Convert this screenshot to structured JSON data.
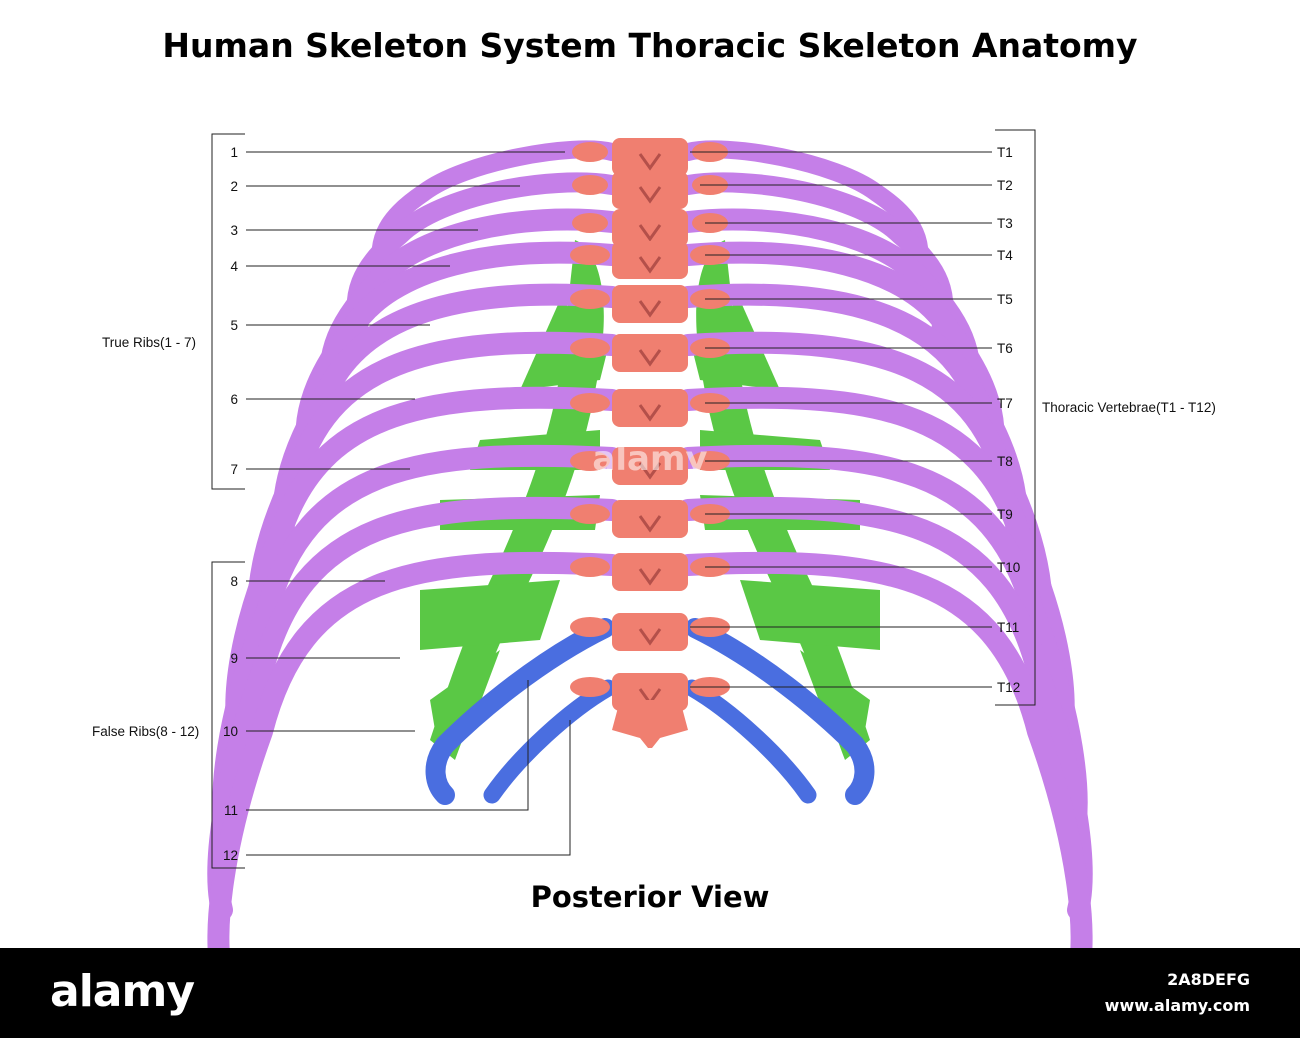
{
  "title": "Human Skeleton System Thoracic Skeleton Anatomy",
  "subtitle": "Posterior View",
  "groups": {
    "true_ribs": "True Ribs(1 - 7)",
    "false_ribs": "False Ribs(8 - 12)",
    "thoracic_vertebrae": "Thoracic Vertebrae(T1 - T12)"
  },
  "rib_labels": [
    "1",
    "2",
    "3",
    "4",
    "5",
    "6",
    "7",
    "8",
    "9",
    "10",
    "11",
    "12"
  ],
  "vertebra_labels": [
    "T1",
    "T2",
    "T3",
    "T4",
    "T5",
    "T6",
    "T7",
    "T8",
    "T9",
    "T10",
    "T11",
    "T12"
  ],
  "colors": {
    "vertebrae": "#f08070",
    "true_and_false_ribs": "#c77ee8",
    "floating_ribs": "#4a6fe0",
    "costal_cartilage": "#4cc83a"
  },
  "watermark": "alamy",
  "footer": {
    "logo": "alamy",
    "image_id": "2A8DEFG",
    "site": "www.alamy.com"
  }
}
